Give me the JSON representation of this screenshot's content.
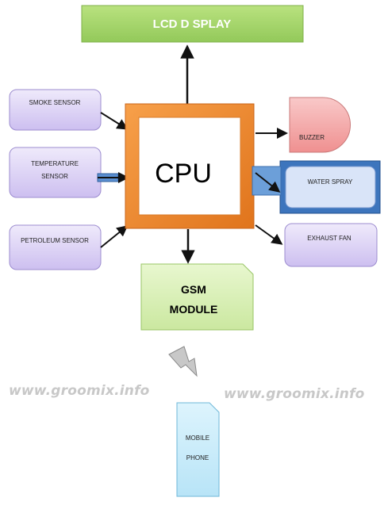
{
  "title": "LCD D SPLAY",
  "cpu": "CPU",
  "inputs": {
    "smoke": "SMOKE SENSOR",
    "temperature_line1": "TEMPERATURE",
    "temperature_line2": "SENSOR",
    "petroleum": "PETROLEUM SENSOR"
  },
  "outputs": {
    "buzzer": "BUZZER",
    "water_spray": "WATER SPRAY",
    "exhaust_fan": "EXHAUST FAN"
  },
  "gsm_line1": "GSM",
  "gsm_line2": "MODULE",
  "phone_line1": "MOBILE",
  "phone_line2": "PHONE",
  "watermarks": [
    "www.groomix.info",
    "www.groomix.info"
  ],
  "colors": {
    "lcd_fill": "#a6d66c",
    "sensor_fill": "#dcd2f4",
    "cpu_frame": "#f08a2e",
    "buzzer_fill": "#f4a8a8",
    "highlight_blue": "#4f86c6",
    "gsm_fill": "#d8f0b4",
    "phone_fill": "#c9ecfa",
    "arrow": "#111111"
  }
}
